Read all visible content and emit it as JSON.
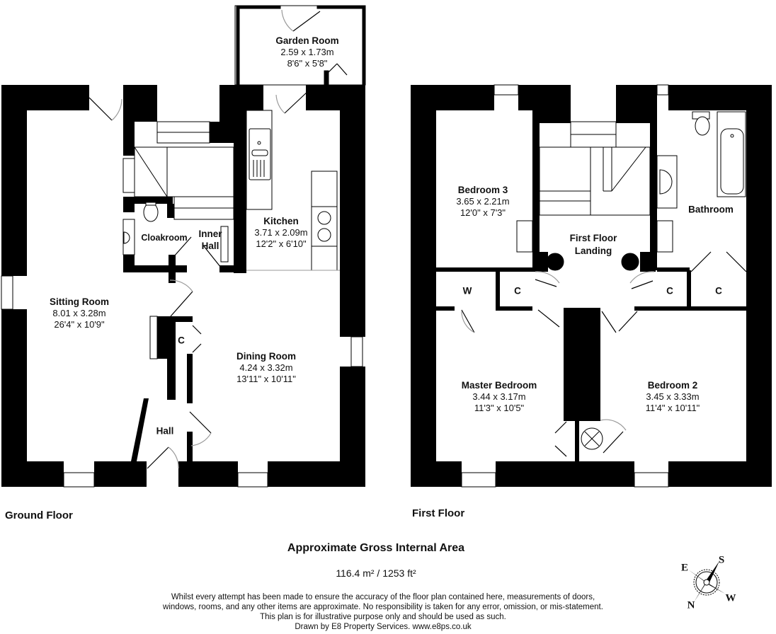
{
  "floors": {
    "ground": {
      "title": "Ground Floor",
      "rooms": {
        "garden_room": {
          "name": "Garden Room",
          "metric": "2.59 x 1.73m",
          "imperial": "8'6\" x 5'8\""
        },
        "sitting_room": {
          "name": "Sitting Room",
          "metric": "8.01 x 3.28m",
          "imperial": "26'4\" x 10'9\""
        },
        "kitchen": {
          "name": "Kitchen",
          "metric": "3.71 x 2.09m",
          "imperial": "12'2\" x 6'10\""
        },
        "cloakroom": {
          "name": "Cloakroom"
        },
        "inner_hall": {
          "name": "Inner Hall"
        },
        "dining_room": {
          "name": "Dining Room",
          "metric": "4.24 x 3.32m",
          "imperial": "13'11\" x 10'11\""
        },
        "hall": {
          "name": "Hall"
        },
        "cupboard": {
          "name": "C"
        }
      }
    },
    "first": {
      "title": "First Floor",
      "rooms": {
        "bedroom3": {
          "name": "Bedroom 3",
          "metric": "3.65 x 2.21m",
          "imperial": "12'0\" x 7'3\""
        },
        "landing": {
          "name": "First Floor Landing"
        },
        "bathroom": {
          "name": "Bathroom"
        },
        "wardrobe": {
          "name": "W"
        },
        "cupboard_1": {
          "name": "C"
        },
        "cupboard_2": {
          "name": "C"
        },
        "cupboard_3": {
          "name": "C"
        },
        "master_bedroom": {
          "name": "Master Bedroom",
          "metric": "3.44 x 3.17m",
          "imperial": "11'3\" x 10'5\""
        },
        "bedroom2": {
          "name": "Bedroom 2",
          "metric": "3.45 x 3.33m",
          "imperial": "11'4\" x 10'11\""
        }
      }
    }
  },
  "area": {
    "title": "Approximate Gross Internal Area",
    "value": "116.4 m² / 1253 ft²"
  },
  "disclaimer": {
    "line1": "Whilst every attempt has been made to ensure the accuracy of the floor plan contained here, measurements of doors,",
    "line2": "windows, rooms, and any other items are approximate. No responsibility is taken for any error, omission, or mis-statement.",
    "line3": "This plan is for illustrative purpose only and should be used as such.",
    "line4": "Drawn by E8 Property Services. www.e8ps.co.uk"
  },
  "compass": {
    "n": "N",
    "s": "S",
    "e": "E",
    "w": "W"
  }
}
